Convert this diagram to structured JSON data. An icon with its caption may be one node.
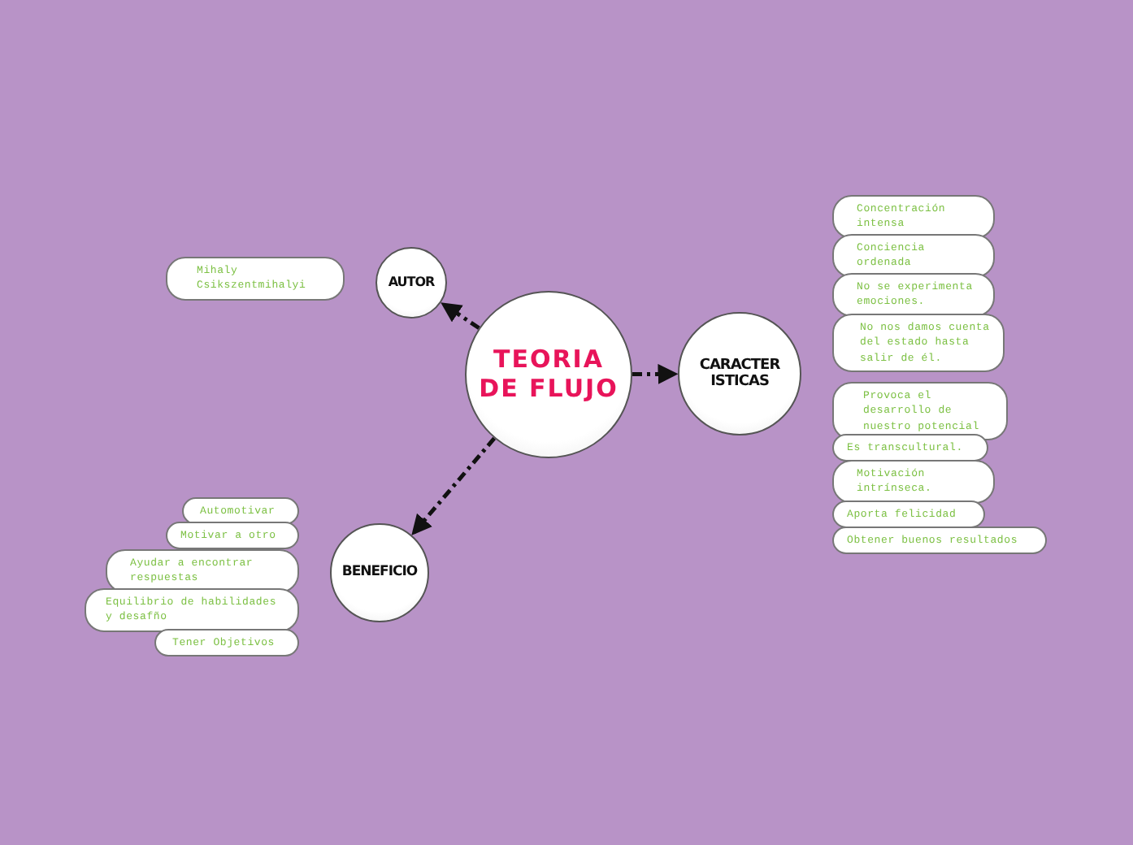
{
  "diagram": {
    "nodes": [
      {
        "text": [
          "TEORIA DE FLUJO"
        ]
      },
      {
        "text": [
          "AUTOR"
        ]
      },
      {
        "text": [
          "CARACTERISTICAS"
        ]
      },
      {
        "text": [
          "BENEFICIO"
        ]
      },
      {
        "text": [
          "Mihaly Csikszentmihalyi"
        ]
      },
      {
        "text": [
          "Concentración intensa"
        ]
      },
      {
        "text": [
          "Conciencia ordenada"
        ]
      },
      {
        "text": [
          "No se experimenta emociones."
        ]
      },
      {
        "text": [
          "No nos damos cuenta del estado hasta salir de él."
        ]
      },
      {
        "text": [
          "Provoca el desarrollo de nuestro potencial"
        ]
      },
      {
        "text": [
          "Es transcultural."
        ]
      },
      {
        "text": [
          "Motivación intrínseca."
        ]
      },
      {
        "text": [
          "Aporta felicidad"
        ]
      },
      {
        "text": [
          "Obtener buenos resultados"
        ]
      },
      {
        "text": [
          "Automotivar"
        ]
      },
      {
        "text": [
          "Motivar a otro"
        ]
      },
      {
        "text": [
          "Ayudar a encontrar respuestas"
        ]
      },
      {
        "text": [
          "Equilibrio de habilidades y desafño"
        ]
      },
      {
        "text": [
          "Tener Objetivos"
        ]
      }
    ],
    "edges": [
      {
        "from": 0,
        "to": 1,
        "arrow": "to",
        "style": "dashed"
      },
      {
        "from": 0,
        "to": 2,
        "arrow": "to",
        "style": "dashed"
      },
      {
        "from": 0,
        "to": 3,
        "arrow": "to",
        "style": "dashed"
      }
    ]
  }
}
